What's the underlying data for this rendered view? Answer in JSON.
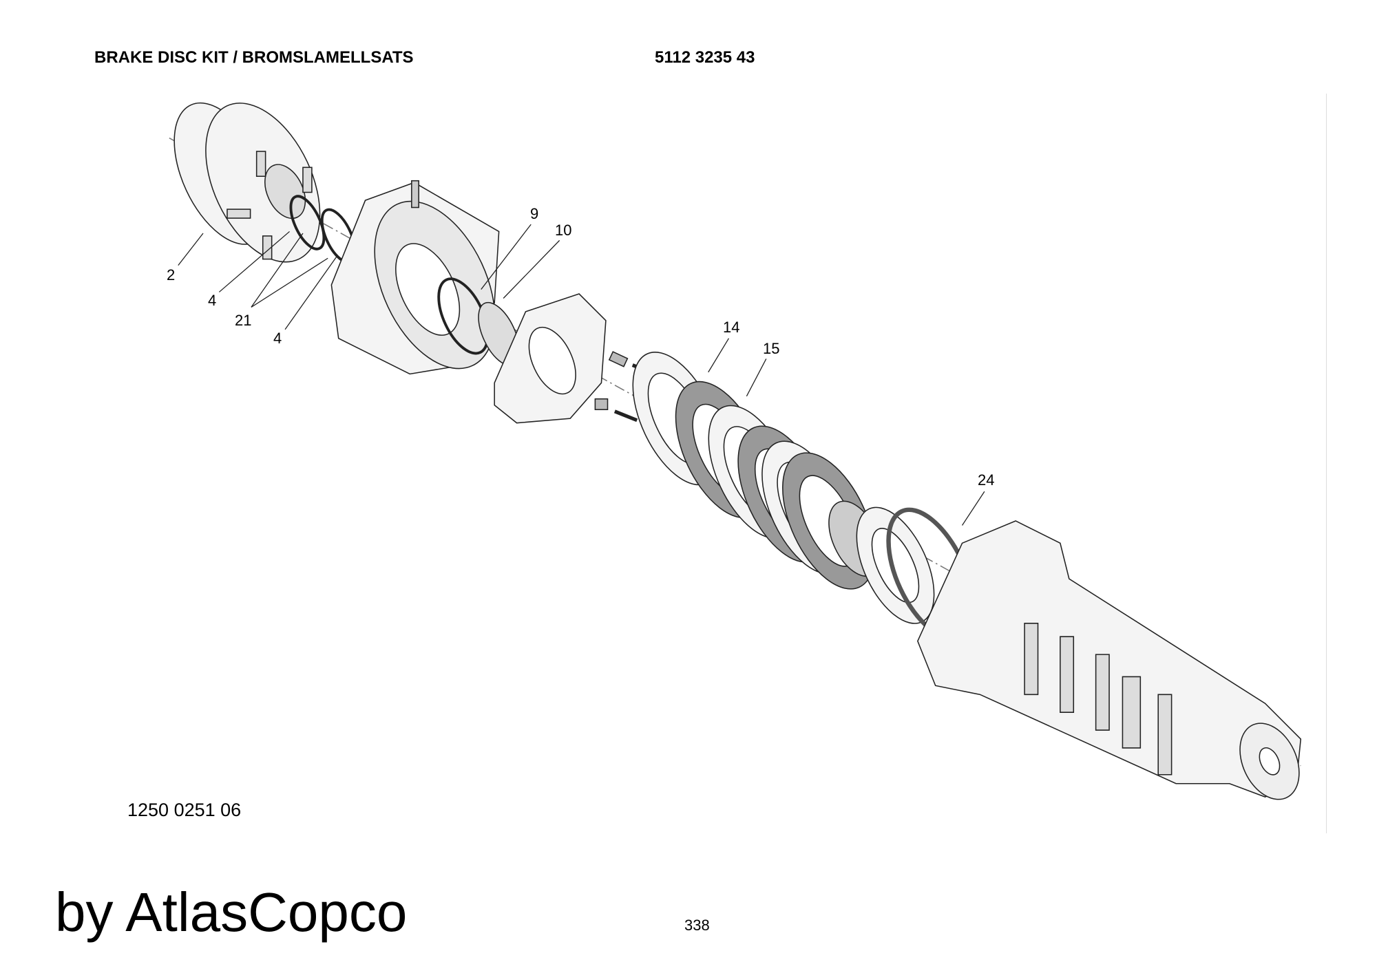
{
  "header": {
    "title": "BRAKE DISC KIT / BROMSLAMELLSATS",
    "part_number": "5112 3235 43"
  },
  "drawing": {
    "drawing_number": "1250 0251 06",
    "callouts": [
      "2",
      "4",
      "21",
      "4",
      "9",
      "10",
      "14",
      "15",
      "24"
    ]
  },
  "footer": {
    "brand": "by AtlasCopco",
    "page_number": "338"
  }
}
